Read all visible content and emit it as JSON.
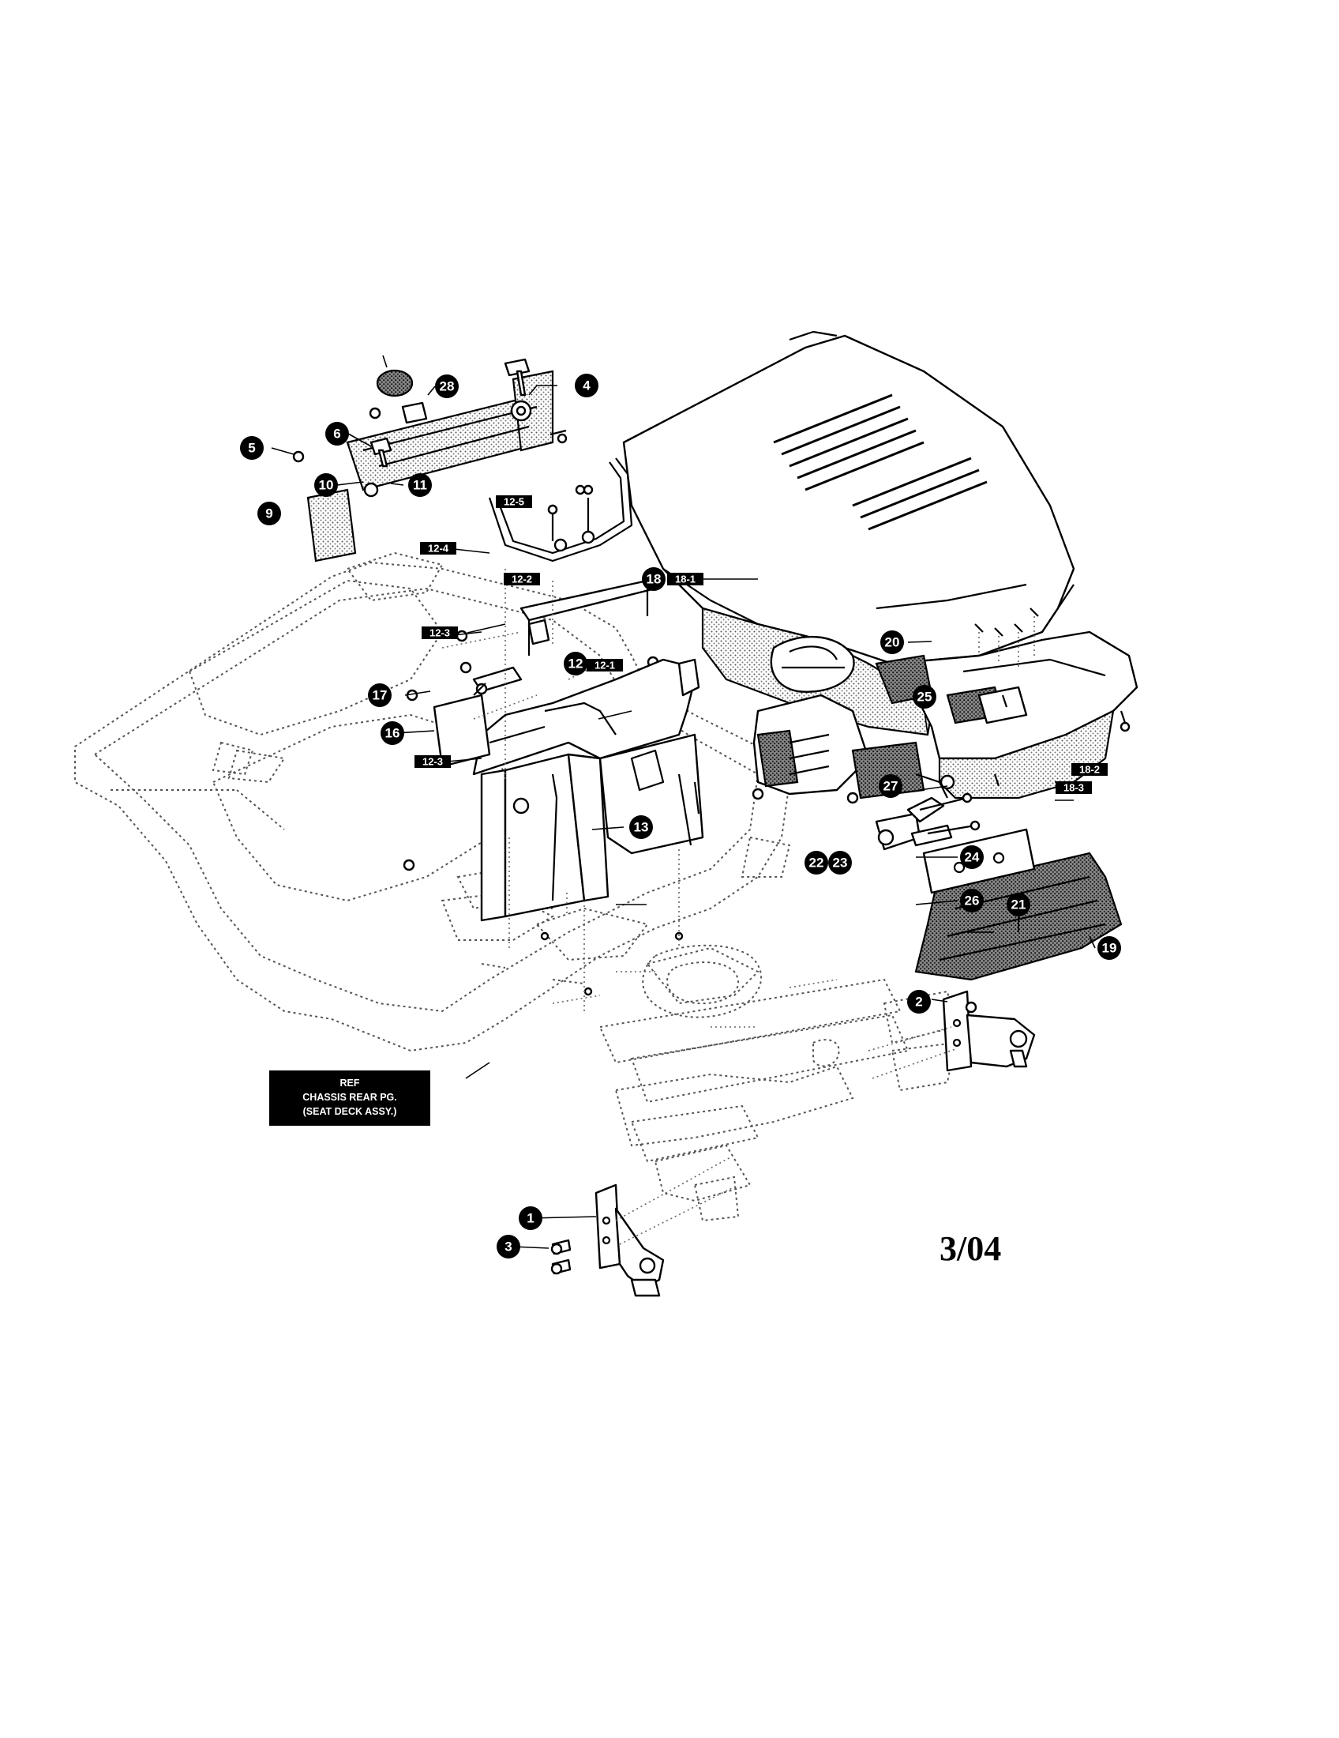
{
  "callouts": {
    "c1": "1",
    "c2": "2",
    "c3": "3",
    "c4": "4",
    "c5": "5",
    "c6": "6",
    "c9": "9",
    "c10": "10",
    "c11": "11",
    "c12": "12",
    "c13": "13",
    "c16": "16",
    "c17": "17",
    "c18": "18",
    "c19": "19",
    "c20": "20",
    "c21": "21",
    "c22": "22",
    "c23": "23",
    "c24": "24",
    "c25": "25",
    "c26": "26",
    "c27": "27",
    "c28": "28"
  },
  "tags": {
    "t12_1": "12-1",
    "t12_2": "12-2",
    "t12_3a": "12-3",
    "t12_3b": "12-3",
    "t12_4": "12-4",
    "t12_5": "12-5",
    "t18_1": "18-1",
    "t18_2": "18-2",
    "t18_3": "18-3"
  },
  "reference_box": {
    "line1": "REF",
    "line2": "CHASSIS REAR PG.",
    "line3": "(SEAT DECK ASSY.)"
  },
  "revision_date": "3/04"
}
